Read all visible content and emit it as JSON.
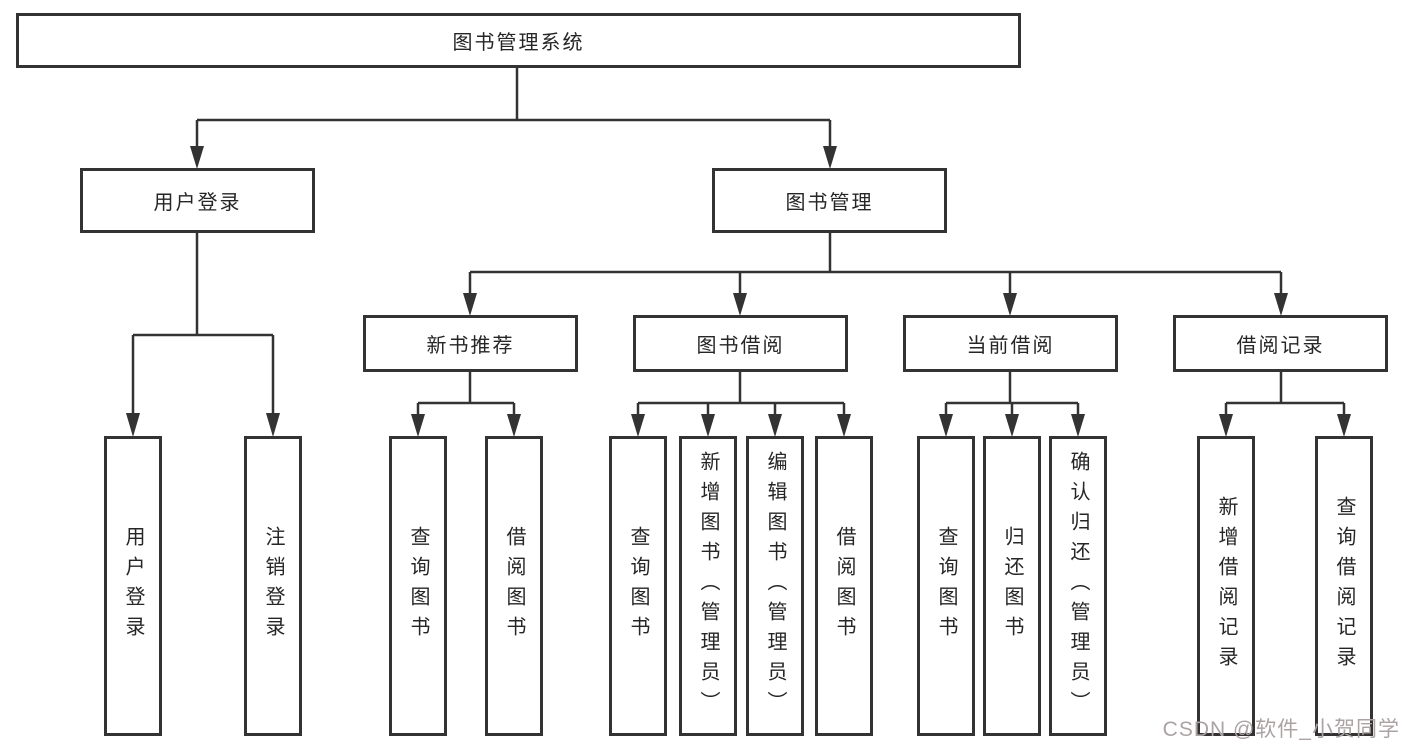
{
  "colors": {
    "line": "#333333",
    "box_border": "#333333",
    "text": "#262626",
    "watermark": "#aba3a3",
    "background": "#ffffff"
  },
  "tree": {
    "root": {
      "label": "图书管理系统"
    },
    "branches": [
      {
        "label": "用户登录",
        "children": [
          {
            "label": "用户登录"
          },
          {
            "label": "注销登录"
          }
        ]
      },
      {
        "label": "图书管理",
        "children": [
          {
            "label": "新书推荐",
            "children": [
              {
                "label": "查询图书"
              },
              {
                "label": "借阅图书"
              }
            ]
          },
          {
            "label": "图书借阅",
            "children": [
              {
                "label": "查询图书"
              },
              {
                "label": "新增图书（管理员）"
              },
              {
                "label": "编辑图书（管理员）"
              },
              {
                "label": "借阅图书"
              }
            ]
          },
          {
            "label": "当前借阅",
            "children": [
              {
                "label": "查询图书"
              },
              {
                "label": "归还图书"
              },
              {
                "label": "确认归还（管理员）"
              }
            ]
          },
          {
            "label": "借阅记录",
            "children": [
              {
                "label": "新增借阅记录"
              },
              {
                "label": "查询借阅记录"
              }
            ]
          }
        ]
      }
    ]
  },
  "watermark": {
    "text": "CSDN @软件_小贺同学"
  }
}
